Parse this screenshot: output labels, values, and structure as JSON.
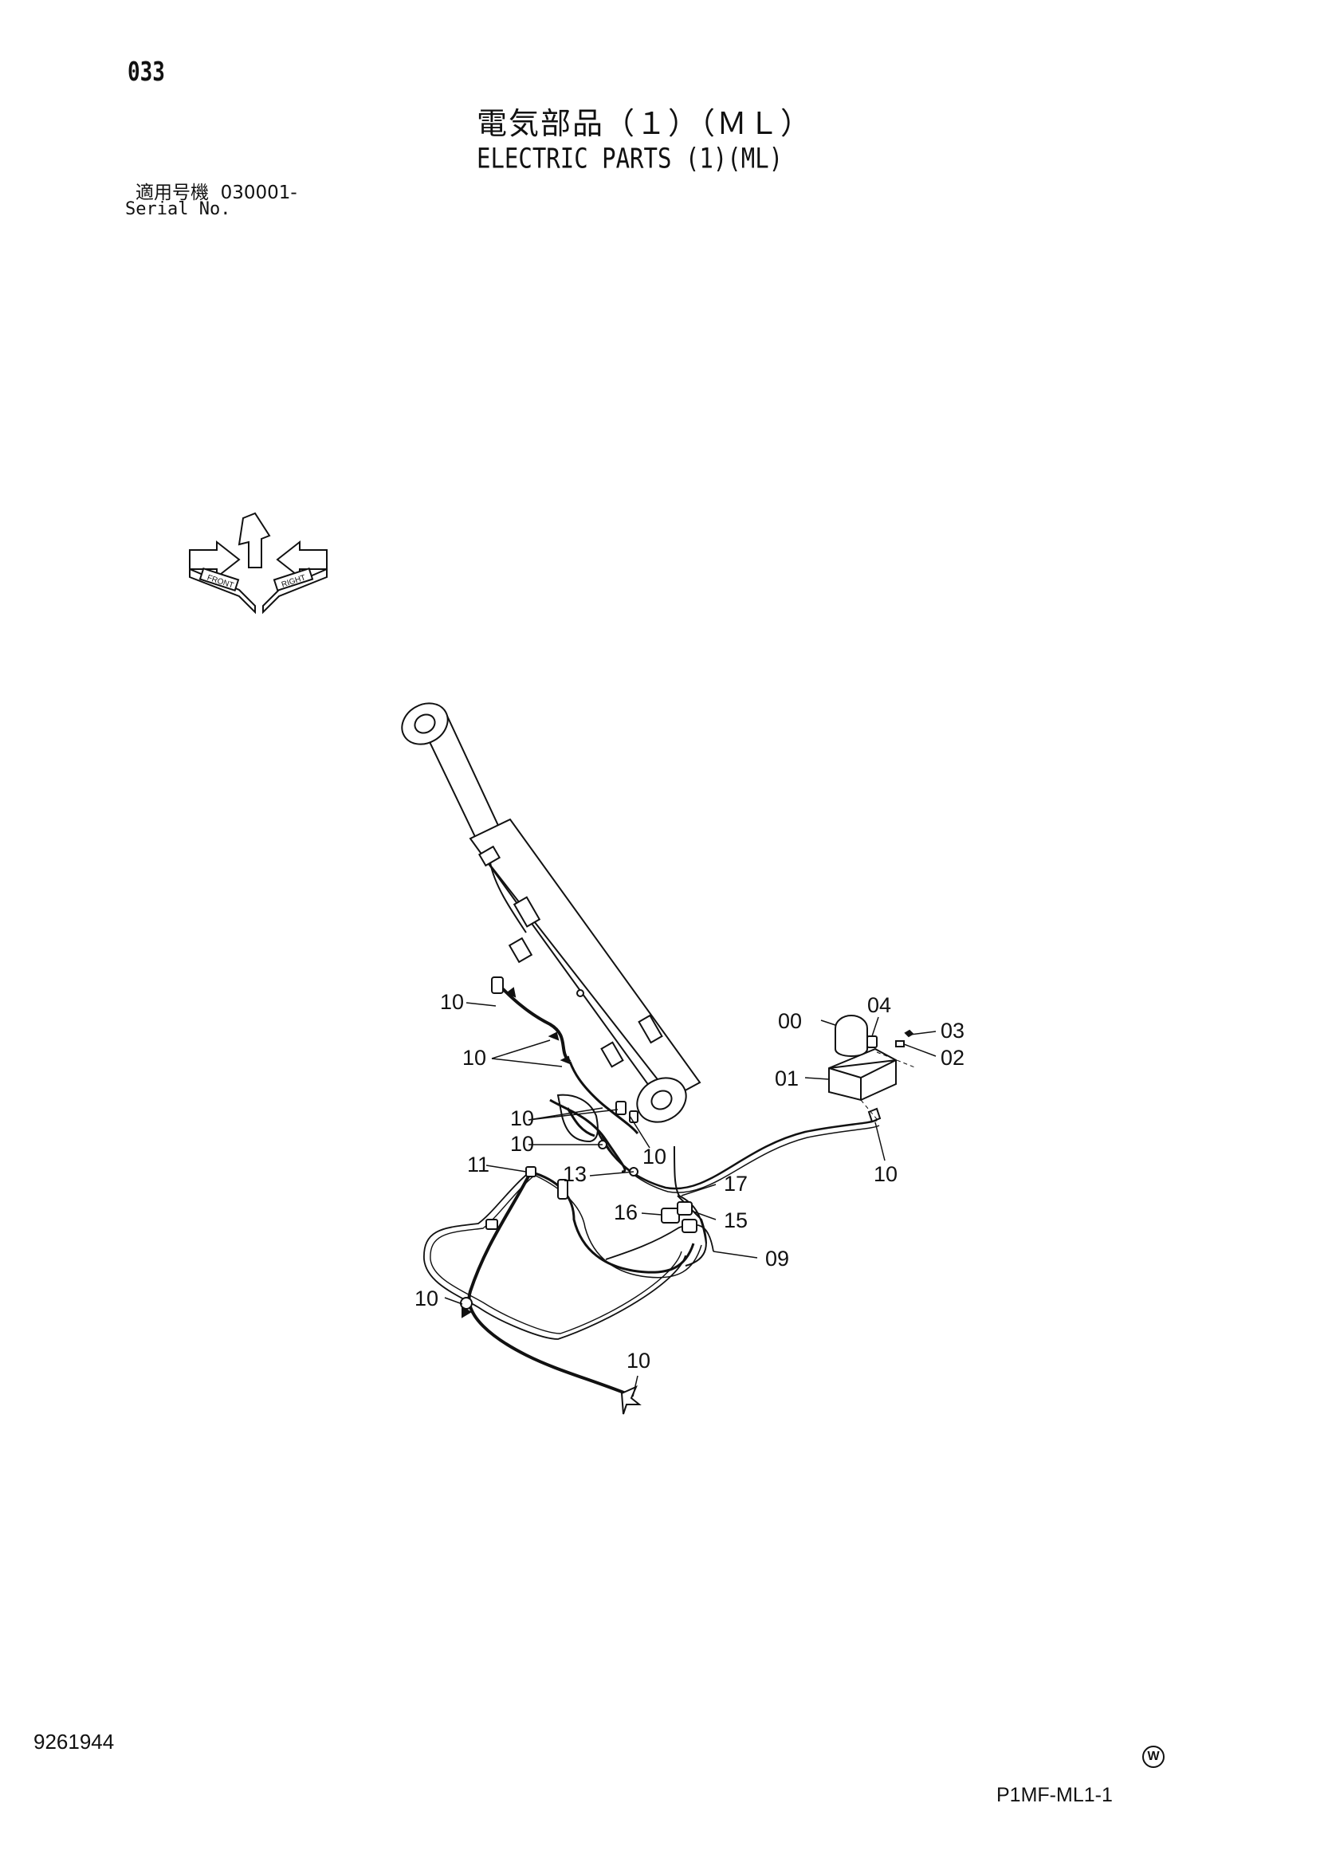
{
  "page_code": "033",
  "title_jp": "電気部品（１）（ＭＬ）",
  "title_en": "ELECTRIC PARTS (1)(ML)",
  "serial": {
    "label_jp": "適用号機",
    "label_en": "Serial No.",
    "value": "030001-"
  },
  "orientation_icon": {
    "icon": "orientation-arrows-icon",
    "labels": [
      "FRONT",
      "RIGHT"
    ]
  },
  "callouts": {
    "c_10_a": "10",
    "c_10_b": "10",
    "c_10_c": "10",
    "c_10_d": "10",
    "c_10_e": "10",
    "c_10_f": "10",
    "c_10_g": "10",
    "c_10_h": "10",
    "c_11": "11",
    "c_13": "13",
    "c_16": "16",
    "c_17": "17",
    "c_15": "15",
    "c_09": "09",
    "c_00": "00",
    "c_04": "04",
    "c_03": "03",
    "c_02": "02",
    "c_01": "01"
  },
  "footer": {
    "doc_number": "9261944",
    "mark": "W",
    "page_ref": "P1MF-ML1-1"
  }
}
